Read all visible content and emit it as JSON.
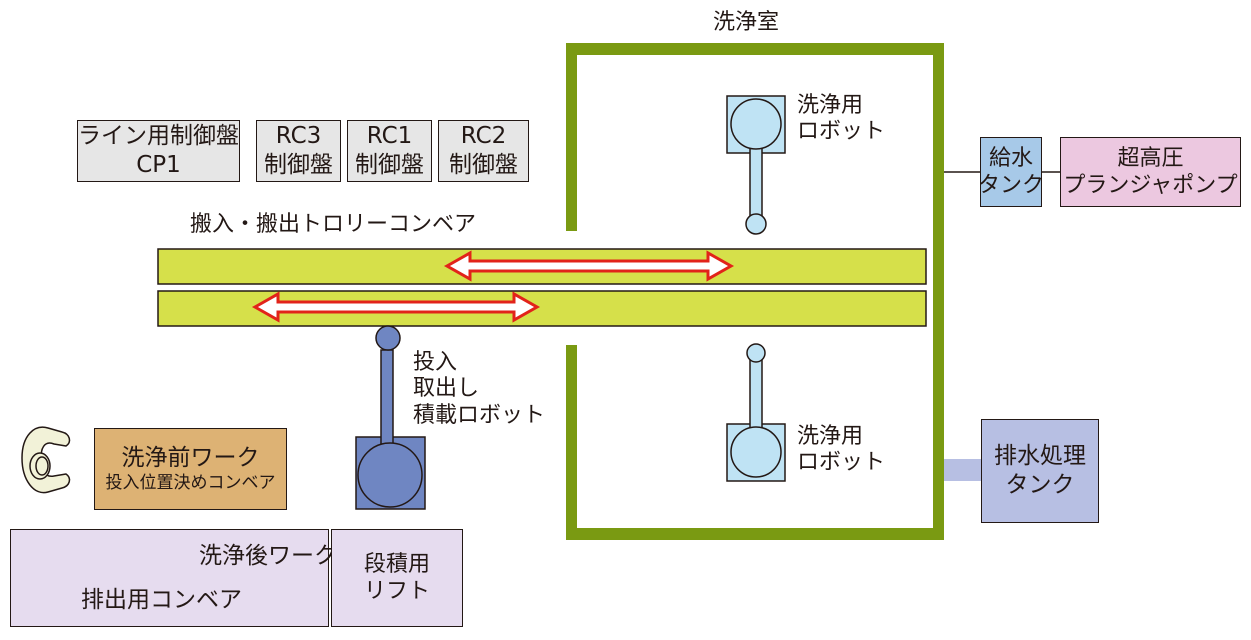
{
  "wash_room": {
    "title": "洗浄室"
  },
  "control_panels": {
    "line_panel": {
      "line1": "ライン用制御盤",
      "line2": "CP1"
    },
    "rc3": {
      "line1": "RC3",
      "line2": "制御盤"
    },
    "rc1": {
      "line1": "RC1",
      "line2": "制御盤"
    },
    "rc2": {
      "line1": "RC2",
      "line2": "制御盤"
    }
  },
  "conveyor": {
    "label": "搬入・搬出トロリーコンベア"
  },
  "wash_robot_top": {
    "line1": "洗浄用",
    "line2": "ロボット"
  },
  "wash_robot_bottom": {
    "line1": "洗浄用",
    "line2": "ロボット"
  },
  "loading_robot": {
    "line1": "投入",
    "line2": "取出し",
    "line3": "積載ロボット"
  },
  "water_tank": {
    "line1": "給水",
    "line2": "タンク"
  },
  "pump": {
    "line1": "超高圧",
    "line2": "プランジャポンプ"
  },
  "drain_tank": {
    "line1": "排水処理",
    "line2": "タンク"
  },
  "pre_wash": {
    "line1": "洗浄前ワーク",
    "line2": "投入位置決めコンベア"
  },
  "post_wash": {
    "line1": "洗浄後ワーク",
    "line2": "排出用コンベア"
  },
  "lift": {
    "line1": "段積用",
    "line2": "リフト"
  },
  "colors": {
    "wall": "#7a9a12",
    "conveyor": "#d6e04a",
    "panel": "#e6e6e6",
    "wash_robot": "#bfe3f4",
    "loading_robot": "#6f86c2",
    "water_tank": "#a7c9e8",
    "pump": "#ecc8e0",
    "drain_tank": "#b7bfe3",
    "pre_wash": "#ddb274",
    "post_wash": "#e6dcef",
    "arrow": "#e2231a"
  }
}
